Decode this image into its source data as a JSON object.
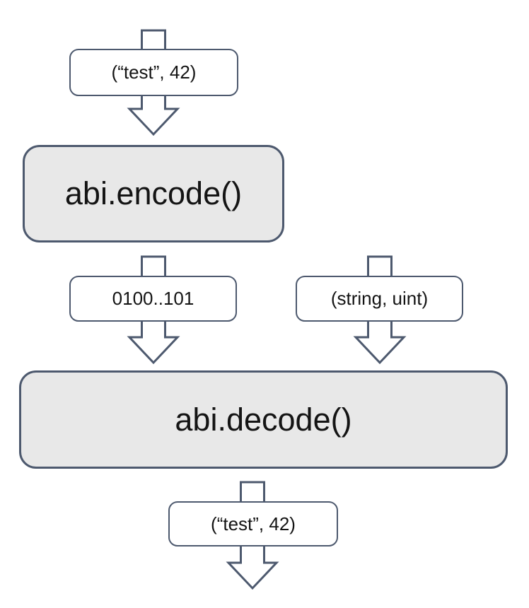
{
  "diagram": {
    "nodes": [
      {
        "id": "abi-encode",
        "label": "abi.encode()"
      },
      {
        "id": "abi-decode",
        "label": "abi.decode()"
      }
    ],
    "labels": [
      {
        "id": "input-values",
        "text": "(“test”, 42)"
      },
      {
        "id": "encoded-bytes",
        "text": "0100..101"
      },
      {
        "id": "type-list",
        "text": "(string, uint)"
      },
      {
        "id": "decoded-values",
        "text": "(“test”, 42)"
      }
    ],
    "flows": [
      {
        "from": "input-values",
        "to": "abi-encode"
      },
      {
        "from": "abi-encode",
        "to": "abi-decode",
        "via": "encoded-bytes"
      },
      {
        "from": "type-list",
        "to": "abi-decode"
      },
      {
        "from": "abi-decode",
        "to": "decoded-values"
      }
    ],
    "colors": {
      "outline": "#4d596e",
      "node_fill": "#e8e8e8",
      "label_fill": "#ffffff",
      "arrow_fill": "#ffffff",
      "text": "#141414",
      "background": "#ffffff"
    }
  }
}
